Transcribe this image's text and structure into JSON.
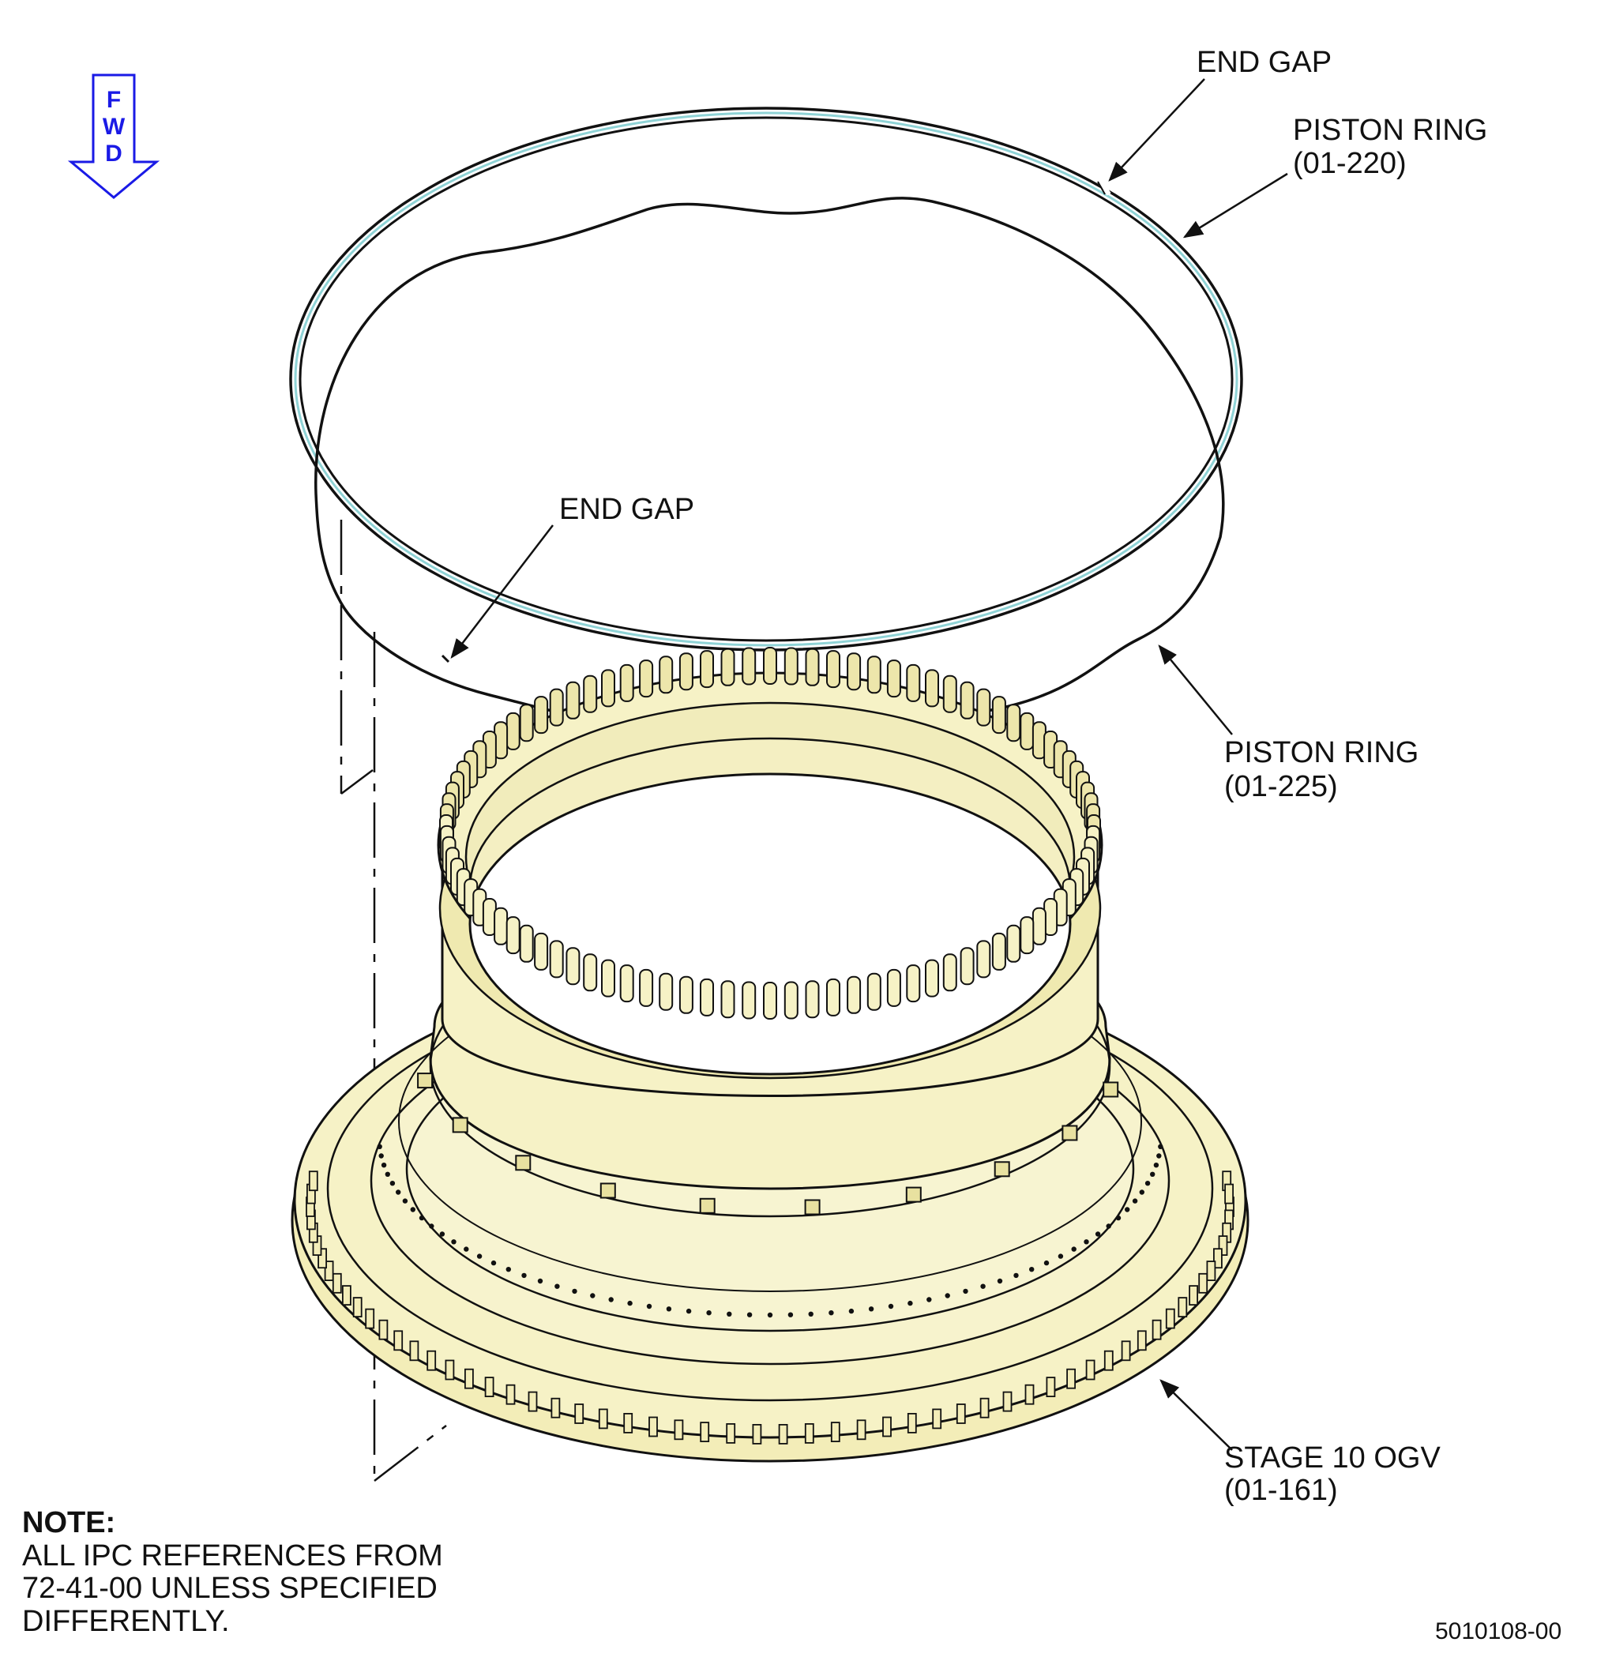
{
  "fwd_indicator": {
    "letters": [
      "F",
      "W",
      "D"
    ],
    "color": "#1a1ae6"
  },
  "callouts": {
    "end_gap_upper": "END GAP",
    "piston_ring_220": {
      "name": "PISTON RING",
      "ref": "(01-220)"
    },
    "end_gap_lower": "END GAP",
    "piston_ring_225": {
      "name": "PISTON RING",
      "ref": "(01-225)"
    },
    "stage10_ogv": {
      "name": "STAGE 10 OGV",
      "ref": "(01-161)"
    }
  },
  "note": {
    "heading": "NOTE:",
    "lines": [
      "ALL IPC REFERENCES FROM",
      "72-41-00 UNLESS SPECIFIED",
      "DIFFERENTLY."
    ]
  },
  "figure_id": "5010108-00",
  "colors": {
    "part_fill": "#f6f2c6",
    "ring_highlight": "#8fd3d6",
    "line": "#111111"
  }
}
